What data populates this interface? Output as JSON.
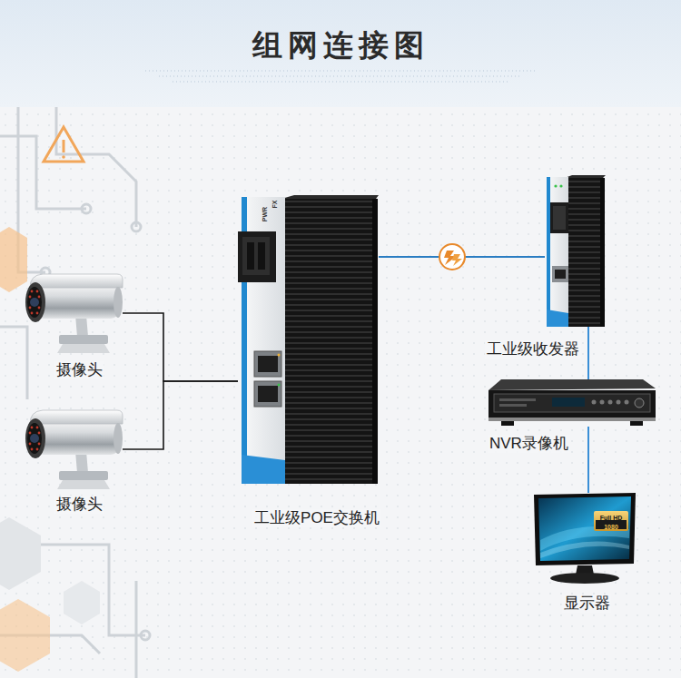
{
  "diagram": {
    "title": "组网连接图",
    "nodes": [
      {
        "text": [
          "摄像头"
        ]
      },
      {
        "text": [
          "摄像头"
        ]
      },
      {
        "text": [
          "工业级POE交换机"
        ]
      },
      {
        "text": [
          "工业级收发器"
        ]
      },
      {
        "text": [
          "NVR录像机"
        ]
      },
      {
        "text": [
          "显示器"
        ]
      }
    ],
    "edges": [
      {
        "from": 0,
        "to": 2,
        "arrow": "none"
      },
      {
        "from": 1,
        "to": 2,
        "arrow": "none"
      },
      {
        "from": 2,
        "to": 3,
        "arrow": "none"
      },
      {
        "from": 3,
        "to": 4,
        "arrow": "none"
      },
      {
        "from": 4,
        "to": 5,
        "arrow": "none"
      }
    ],
    "labels": [
      "PWR",
      "FX",
      "Full HD",
      "1080"
    ]
  }
}
